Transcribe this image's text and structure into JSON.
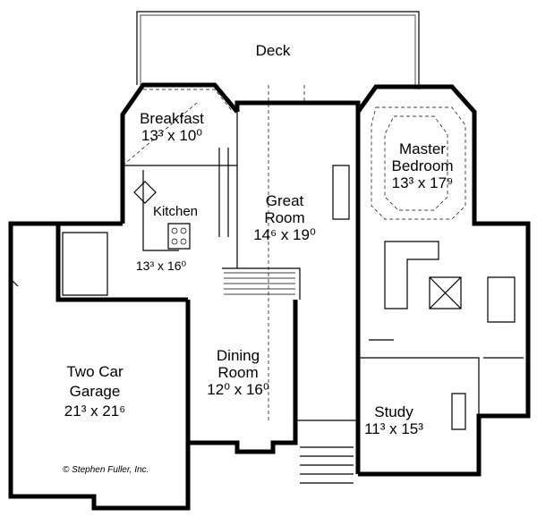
{
  "rooms": {
    "deck": {
      "name": "Deck"
    },
    "breakfast": {
      "name": "Breakfast",
      "size": "13³ x 10⁰"
    },
    "kitchen": {
      "name": "Kitchen",
      "size": "13³ x 16⁰"
    },
    "great_room": {
      "name1": "Great",
      "name2": "Room",
      "size": "14⁶ x 19⁰"
    },
    "master_bedroom": {
      "name1": "Master",
      "name2": "Bedroom",
      "size": "13³ x 17⁹"
    },
    "dining_room": {
      "name1": "Dining",
      "name2": "Room",
      "size": "12⁰ x 16⁰"
    },
    "garage": {
      "name1": "Two Car",
      "name2": "Garage",
      "size": "21³ x 21⁶"
    },
    "study": {
      "name": "Study",
      "size": "11³ x 15³"
    }
  },
  "copyright": "© Stephen Fuller, Inc."
}
